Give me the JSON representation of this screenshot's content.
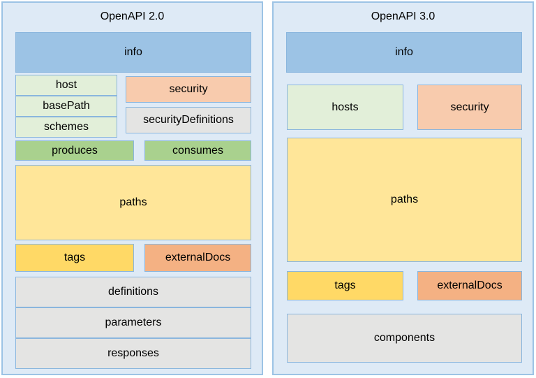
{
  "figure": {
    "type": "comparison-diagram",
    "description": "Side-by-side block diagram comparing the top-level object structure of OpenAPI 2.0 and OpenAPI 3.0",
    "colors": {
      "panel_background": "#DEEAF6",
      "panel_border": "#9CC3E5",
      "box_border": "#8AB6DE",
      "info_blue": "#9CC3E5",
      "host_green_light": "#E2EFD9",
      "media_green": "#A9D18E",
      "security_orange_light": "#F8CBAD",
      "external_docs_orange": "#F4B183",
      "paths_yellow_light": "#FFE699",
      "tags_yellow": "#FFD966",
      "definitions_gray": "#E4E4E3"
    }
  },
  "panels": [
    {
      "id": "openapi-2",
      "title": "OpenAPI 2.0",
      "boxes": [
        {
          "label": "info",
          "color": "info_blue"
        },
        {
          "label": "host",
          "color": "host_green_light"
        },
        {
          "label": "basePath",
          "color": "host_green_light"
        },
        {
          "label": "schemes",
          "color": "host_green_light"
        },
        {
          "label": "security",
          "color": "security_orange_light"
        },
        {
          "label": "securityDefinitions",
          "color": "definitions_gray"
        },
        {
          "label": "produces",
          "color": "media_green"
        },
        {
          "label": "consumes",
          "color": "media_green"
        },
        {
          "label": "paths",
          "color": "paths_yellow_light"
        },
        {
          "label": "tags",
          "color": "tags_yellow"
        },
        {
          "label": "externalDocs",
          "color": "external_docs_orange"
        },
        {
          "label": "definitions",
          "color": "definitions_gray"
        },
        {
          "label": "parameters",
          "color": "definitions_gray"
        },
        {
          "label": "responses",
          "color": "definitions_gray"
        }
      ]
    },
    {
      "id": "openapi-3",
      "title": "OpenAPI 3.0",
      "boxes": [
        {
          "label": "info",
          "color": "info_blue"
        },
        {
          "label": "hosts",
          "color": "host_green_light"
        },
        {
          "label": "security",
          "color": "security_orange_light"
        },
        {
          "label": "paths",
          "color": "paths_yellow_light"
        },
        {
          "label": "tags",
          "color": "tags_yellow"
        },
        {
          "label": "externalDocs",
          "color": "external_docs_orange"
        },
        {
          "label": "components",
          "color": "definitions_gray"
        }
      ]
    }
  ]
}
